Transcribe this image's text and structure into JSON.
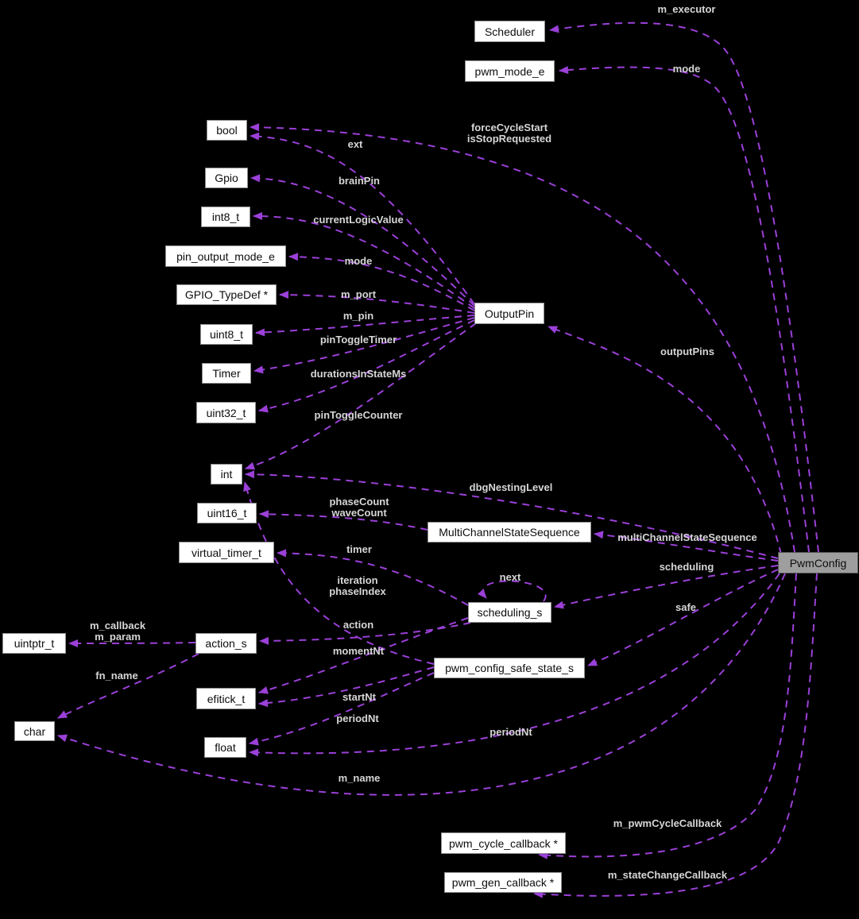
{
  "diagram": {
    "type": "collaboration-graph",
    "colors": {
      "background": "#000000",
      "edge": "#9b40d8",
      "node_fill": "#ffffff",
      "node_border": "#8f8f8f",
      "node_text": "#0d0d0d",
      "highlight_fill": "#9e9e9e",
      "highlight_border": "#565656",
      "edge_label_text": "#d6d6d6"
    },
    "nodes": [
      {
        "id": "scheduler",
        "label": "Scheduler"
      },
      {
        "id": "pwm_mode_e",
        "label": "pwm_mode_e"
      },
      {
        "id": "bool",
        "label": "bool"
      },
      {
        "id": "gpio",
        "label": "Gpio"
      },
      {
        "id": "int8_t",
        "label": "int8_t"
      },
      {
        "id": "pin_output_mode_e",
        "label": "pin_output_mode_e"
      },
      {
        "id": "gpio_typedef",
        "label": "GPIO_TypeDef *"
      },
      {
        "id": "uint8_t",
        "label": "uint8_t"
      },
      {
        "id": "timer",
        "label": "Timer"
      },
      {
        "id": "uint32_t",
        "label": "uint32_t"
      },
      {
        "id": "int",
        "label": "int"
      },
      {
        "id": "uint16_t",
        "label": "uint16_t"
      },
      {
        "id": "virtual_timer_t",
        "label": "virtual_timer_t"
      },
      {
        "id": "outputpin",
        "label": "OutputPin"
      },
      {
        "id": "multichannelstatesequence",
        "label": "MultiChannelStateSequence"
      },
      {
        "id": "scheduling_s",
        "label": "scheduling_s"
      },
      {
        "id": "pwm_config_safe_state_s",
        "label": "pwm_config_safe_state_s"
      },
      {
        "id": "uintptr_t",
        "label": "uintptr_t"
      },
      {
        "id": "action_s",
        "label": "action_s"
      },
      {
        "id": "efitick_t",
        "label": "efitick_t"
      },
      {
        "id": "char",
        "label": "char"
      },
      {
        "id": "float",
        "label": "float"
      },
      {
        "id": "pwmconfig",
        "label": "PwmConfig",
        "highlighted": true
      },
      {
        "id": "pwm_cycle_callback",
        "label": "pwm_cycle_callback *"
      },
      {
        "id": "pwm_gen_callback",
        "label": "pwm_gen_callback *"
      }
    ],
    "edges": [
      {
        "from": "pwmconfig",
        "to": "scheduler",
        "label": "m_executor"
      },
      {
        "from": "pwmconfig",
        "to": "pwm_mode_e",
        "label": "mode"
      },
      {
        "from": "pwmconfig",
        "to": "bool",
        "label": "forceCycleStart\nisStopRequested"
      },
      {
        "from": "outputpin",
        "to": "bool",
        "label": "ext"
      },
      {
        "from": "outputpin",
        "to": "gpio",
        "label": "brainPin"
      },
      {
        "from": "outputpin",
        "to": "int8_t",
        "label": "currentLogicValue"
      },
      {
        "from": "outputpin",
        "to": "pin_output_mode_e",
        "label": "mode"
      },
      {
        "from": "outputpin",
        "to": "gpio_typedef",
        "label": "m_port"
      },
      {
        "from": "outputpin",
        "to": "uint8_t",
        "label": "m_pin"
      },
      {
        "from": "outputpin",
        "to": "timer",
        "label": "pinToggleTimer"
      },
      {
        "from": "outputpin",
        "to": "uint32_t",
        "label": "durationsInStateMs"
      },
      {
        "from": "outputpin",
        "to": "int",
        "label": "pinToggleCounter"
      },
      {
        "from": "pwmconfig",
        "to": "outputpin",
        "label": "outputPins"
      },
      {
        "from": "pwmconfig",
        "to": "int",
        "label": "dbgNestingLevel"
      },
      {
        "from": "multichannelstatesequence",
        "to": "uint16_t",
        "label": "phaseCount\nwaveCount"
      },
      {
        "from": "scheduling_s",
        "to": "virtual_timer_t",
        "label": "timer"
      },
      {
        "from": "pwmconfig",
        "to": "multichannelstatesequence",
        "label": "multiChannelStateSequence"
      },
      {
        "from": "pwmconfig",
        "to": "scheduling_s",
        "label": "scheduling"
      },
      {
        "from": "scheduling_s",
        "to": "scheduling_s",
        "label": "next"
      },
      {
        "from": "pwm_config_safe_state_s",
        "to": "int",
        "label": "iteration\nphaseIndex"
      },
      {
        "from": "pwmconfig",
        "to": "pwm_config_safe_state_s",
        "label": "safe"
      },
      {
        "from": "scheduling_s",
        "to": "action_s",
        "label": "action"
      },
      {
        "from": "action_s",
        "to": "uintptr_t",
        "label": "m_callback\nm_param"
      },
      {
        "from": "scheduling_s",
        "to": "efitick_t",
        "label": "momentNt"
      },
      {
        "from": "action_s",
        "to": "char",
        "label": "fn_name"
      },
      {
        "from": "pwm_config_safe_state_s",
        "to": "efitick_t",
        "label": "startNt"
      },
      {
        "from": "pwm_config_safe_state_s",
        "to": "float",
        "label": "periodNt"
      },
      {
        "from": "pwmconfig",
        "to": "float",
        "label": "periodNt"
      },
      {
        "from": "pwmconfig",
        "to": "char",
        "label": "m_name"
      },
      {
        "from": "pwmconfig",
        "to": "pwm_cycle_callback",
        "label": "m_pwmCycleCallback"
      },
      {
        "from": "pwmconfig",
        "to": "pwm_gen_callback",
        "label": "m_stateChangeCallback"
      }
    ]
  }
}
